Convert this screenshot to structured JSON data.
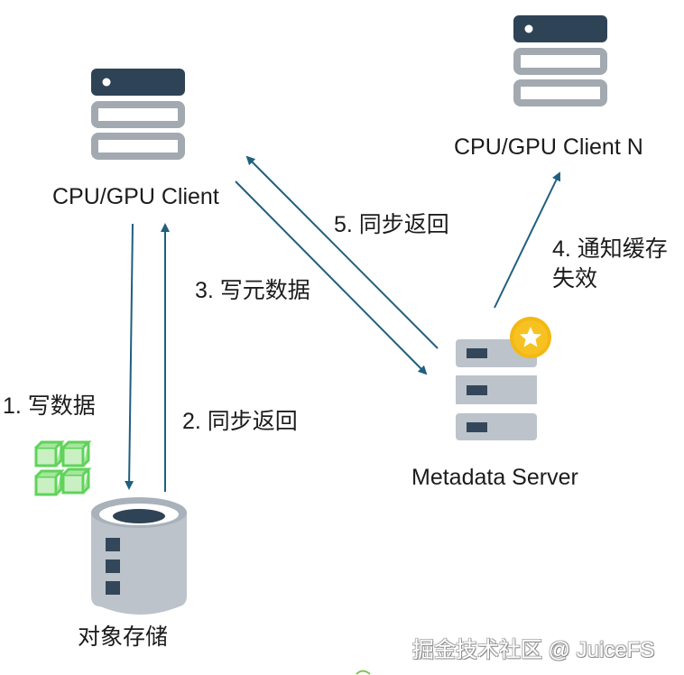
{
  "nodes": {
    "client": {
      "label": "CPU/GPU Client",
      "icon": "server-icon"
    },
    "client_n": {
      "label": "CPU/GPU Client N",
      "icon": "server-icon"
    },
    "metadata_server": {
      "label": "Metadata Server",
      "icon": "server-rack-icon",
      "badge": "star-badge-icon"
    },
    "object_storage": {
      "label": "对象存储",
      "icon": "database-cylinder-icon",
      "data_icon": "data-blocks-icon"
    }
  },
  "steps": [
    {
      "label": "1. 写数据",
      "from": "CPU/GPU Client",
      "to": "对象存储"
    },
    {
      "label": "2. 同步返回",
      "from": "对象存储",
      "to": "CPU/GPU Client"
    },
    {
      "label": "3. 写元数据",
      "from": "CPU/GPU Client",
      "to": "Metadata Server"
    },
    {
      "label": "4. 通知缓存\n失效",
      "line1": "4. 通知缓存",
      "line2": "失效",
      "from": "Metadata Server",
      "to": "CPU/GPU Client N"
    },
    {
      "label": "5. 同步返回",
      "from": "Metadata Server",
      "to": "CPU/GPU Client"
    }
  ],
  "watermark": "掘金技术社区 @ JuiceFS",
  "colors": {
    "arrow": "#1f5f7f",
    "server_dark": "#2f4356",
    "server_gray": "#a3a9b0",
    "rack_gray": "#bcc3cb",
    "rack_slot": "#34475a",
    "star_badge": "#f4b814",
    "blocks_green": "#5fd35a"
  }
}
